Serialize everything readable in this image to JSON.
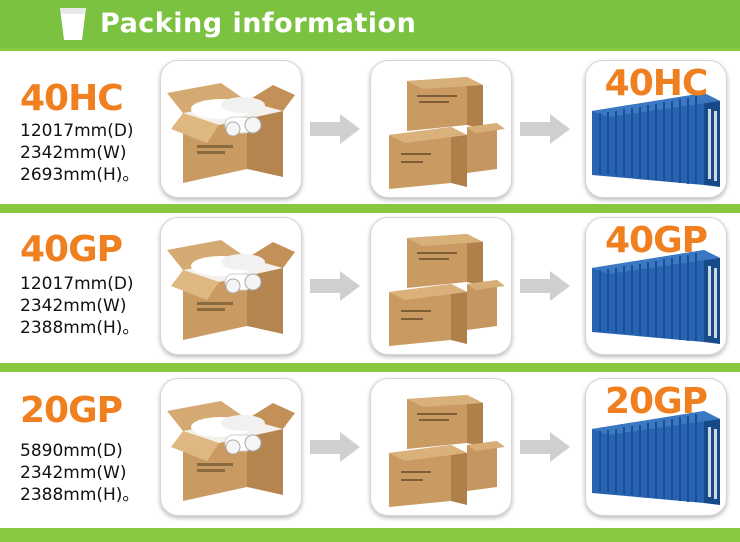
{
  "header": {
    "title": "Packing information",
    "icon": "cup-icon",
    "bg_color": "#7cc241"
  },
  "rows": [
    {
      "container": "40HC",
      "dimensions": [
        "12017mm(D)",
        "2342mm(W)",
        "2693mm(H)。"
      ],
      "container_label": "40HC"
    },
    {
      "container": "40GP",
      "dimensions": [
        "12017mm(D)",
        "2342mm(W)",
        "2388mm(H)。"
      ],
      "container_label": "40GP"
    },
    {
      "container": "20GP",
      "dimensions": [
        "5890mm(D)",
        "2342mm(W)",
        "2388mm(H)。"
      ],
      "container_label": "20GP"
    }
  ],
  "colors": {
    "accent_orange": "#f07f1f",
    "container_blue": "#1f5fa8",
    "separator_green": "#86c941",
    "carton_brown": "#c89a62"
  }
}
